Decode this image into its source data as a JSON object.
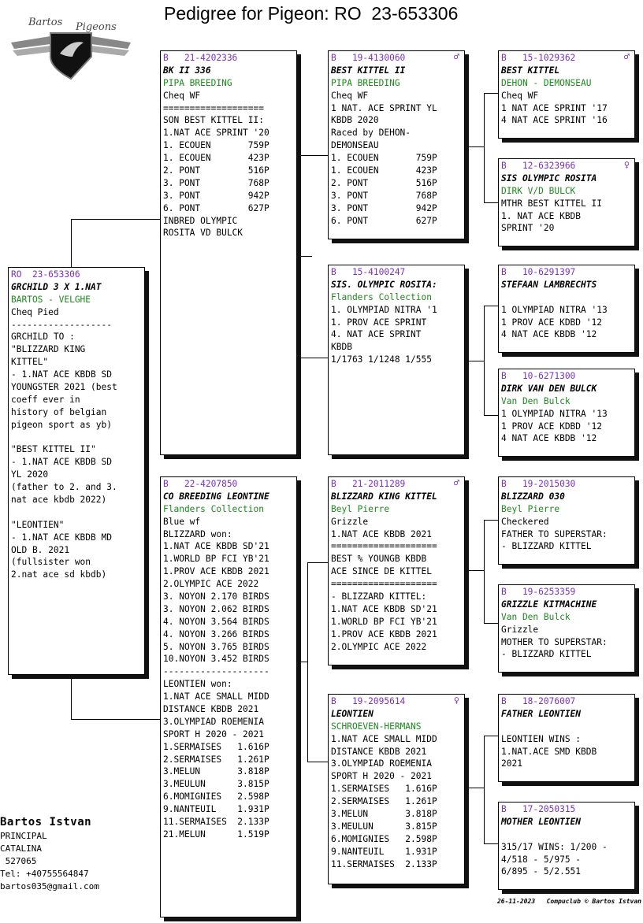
{
  "title": "Pedigree for Pigeon: RO  23-653306",
  "logo": {
    "text_top": "Bartos",
    "text_bottom": "Pigeons"
  },
  "owner": {
    "name": "Bartos Istvan",
    "lines": [
      "PRINCIPAL",
      "CATALINA",
      " 527065",
      "Tel: +40755564847",
      "bartos035@gmail.com"
    ]
  },
  "footer": "26-11-2023   Compuclub © Bartos Istvan",
  "boxes": {
    "subject": {
      "ring": "RO  23-653306",
      "sex": "",
      "name": "GRCHILD 3 X 1.NAT",
      "breeder": "BARTOS - VELGHE",
      "lines": [
        "Cheq Pied",
        "-------------------",
        "GRCHILD TO :",
        "\"BLIZZARD KING",
        "KITTEL\"",
        "- 1.NAT ACE KBDB SD",
        "YOUNGSTER 2021 (best",
        "coeff ever in",
        "history of belgian",
        "pigeon sport as yb)",
        "",
        "\"BEST KITTEL II\"",
        "- 1.NAT ACE KBDB SD",
        "YL 2020",
        "(father to 2. and 3.",
        "nat ace kbdb 2022)",
        "",
        "\"LEONTIEN\"",
        "- 1.NAT ACE KBDB MD",
        "OLD B. 2021",
        "(fullsister won",
        "2.nat ace sd kbdb)"
      ]
    },
    "sire": {
      "ring": "B   21-4202336",
      "sex": "",
      "name": "BK II 336",
      "breeder": "PIPA BREEDING",
      "lines": [
        "Cheq WF",
        "===================",
        "SON BEST KITTEL II:",
        "1.NAT ACE SPRINT '20",
        "1. ECOUEN       759P",
        "1. ECOUEN       423P",
        "2. PONT         516P",
        "3. PONT         768P",
        "3. PONT         942P",
        "6. PONT         627P",
        "INBRED OLYMPIC",
        "ROSITA VD BULCK"
      ]
    },
    "dam": {
      "ring": "B   22-4207850",
      "sex": "",
      "name": "CO BREEDING LEONTINE",
      "breeder": "Flanders Collection",
      "lines": [
        "Blue wf",
        "BLIZZARD won:",
        "1.NAT ACE KBDB SD'21",
        "1.WORLD BP FCI YB'21",
        "1.PROV ACE KBDB 2021",
        "2.OLYMPIC ACE 2022",
        "3. NOYON 2.170 BIRDS",
        "3. NOYON 2.062 BIRDS",
        "4. NOYON 3.564 BIRDS",
        "4. NOYON 3.266 BIRDS",
        "5. NOYON 3.765 BIRDS",
        "10.NOYON 3.452 BIRDS",
        "--------------------",
        "LEONTIEN won:",
        "1.NAT ACE SMALL MIDD",
        "DISTANCE KBDB 2021",
        "3.OLYMPIAD ROEMENIA",
        "SPORT H 2020 - 2021",
        "1.SERMAISES   1.616P",
        "2.SERMAISES   1.261P",
        "3.MELUN       3.818P",
        "3.MEULUN      3.815P",
        "6.MOMIGNIES   2.598P",
        "9.NANTEUIL    1.931P",
        "11.SERMAISES  2.133P",
        "21.MELUN      1.519P"
      ]
    },
    "ss": {
      "ring": "B   19-4130060",
      "sex": "♂",
      "name": "BEST KITTEL II",
      "breeder": "PIPA BREEDING",
      "lines": [
        "Cheq WF",
        "1 NAT. ACE SPRINT YL",
        "KBDB 2020",
        "Raced by DEHON-",
        "DEMONSEAU",
        "1. ECOUEN       759P",
        "1. ECOUEN       423P",
        "2. PONT         516P",
        "3. PONT         768P",
        "3. PONT         942P",
        "6. PONT         627P"
      ]
    },
    "sd": {
      "ring": "B   15-4100247",
      "sex": "",
      "name": "SIS. OLYMPIC ROSITA:",
      "breeder": "Flanders Collection",
      "lines": [
        "1. OLYMPIAD NITRA '1",
        "1. PROV ACE SPRINT",
        "4. NAT ACE SPRINT",
        "KBDB",
        "1/1763 1/1248 1/555"
      ]
    },
    "ds": {
      "ring": "B   21-2011289",
      "sex": "♂",
      "name": "BLIZZARD KING KITTEL",
      "breeder": "Beyl Pierre",
      "lines": [
        "Grizzle",
        "1.NAT ACE KBDB 2021",
        "====================",
        "BEST % YOUNGB KBDB",
        "ACE SINCE DE KITTEL",
        "====================",
        "- BLIZZARD KITTEL:",
        "1.NAT ACE KBDB SD'21",
        "1.WORLD BP FCI YB'21",
        "1.PROV ACE KBDB 2021",
        "2.OLYMPIC ACE 2022"
      ]
    },
    "dd": {
      "ring": "B   19-2095614",
      "sex": "♀",
      "name": "LEONTIEN",
      "breeder": "SCHROEVEN-HERMANS",
      "lines": [
        "1.NAT ACE SMALL MIDD",
        "DISTANCE KBDB 2021",
        "3.OLYMPIAD ROEMENIA",
        "SPORT H 2020 - 2021",
        "1.SERMAISES   1.616P",
        "2.SERMAISES   1.261P",
        "3.MELUN       3.818P",
        "3.MEULUN      3.815P",
        "6.MOMIGNIES   2.598P",
        "9.NANTEUIL    1.931P",
        "11.SERMAISES  2.133P"
      ]
    },
    "sss": {
      "ring": "B   15-1029362",
      "sex": "♂",
      "name": "BEST KITTEL",
      "breeder": "DEHON - DEMONSEAU",
      "lines": [
        "Cheq WF",
        "1 NAT ACE SPRINT '17",
        "4 NAT ACE SPRINT '16"
      ]
    },
    "ssd": {
      "ring": "B   12-6323966",
      "sex": "♀",
      "name": "SIS OLYMPIC ROSITA",
      "breeder": "DIRK V/D BULCK",
      "lines": [
        "MTHR BEST KITTEL II",
        "1. NAT ACE KBDB",
        "SPRINT '20"
      ]
    },
    "sds": {
      "ring": "B   10-6291397",
      "sex": "",
      "name": "STEFAAN LAMBRECHTS",
      "breeder": "",
      "lines": [
        "1 OLYMPIAD NITRA '13",
        "1 PROV ACE KDBD '12",
        "4 NAT ACE KBDB '12"
      ]
    },
    "sdd": {
      "ring": "B   10-6271300",
      "sex": "",
      "name": "DIRK VAN DEN BULCK",
      "breeder": "Van Den Bulck",
      "lines": [
        "1 OLYMPIAD NITRA '13",
        "1 PROV ACE KDBD '12",
        "4 NAT ACE KBDB '12"
      ]
    },
    "dss": {
      "ring": "B   19-2015030",
      "sex": "",
      "name": "BLIZZARD 030",
      "breeder": "Beyl Pierre",
      "lines": [
        "Checkered",
        "FATHER TO SUPERSTAR:",
        "- BLIZZARD KITTEL"
      ]
    },
    "dsd": {
      "ring": "B   19-6253359",
      "sex": "",
      "name": "GRIZZLE KITMACHINE",
      "breeder": "Van Den Bulck",
      "lines": [
        "Grizzle",
        "MOTHER TO SUPERSTAR:",
        "- BLIZZARD KITTEL"
      ]
    },
    "dds": {
      "ring": "B   18-2076007",
      "sex": "",
      "name": "FATHER LEONTIEN",
      "breeder": "",
      "lines": [
        "LEONTIEN WINS :",
        "1.NAT.ACE SMD KBDB",
        "2021"
      ]
    },
    "ddd": {
      "ring": "B   17-2050315",
      "sex": "",
      "name": "MOTHER LEONTIEN",
      "breeder": "",
      "lines": [
        "315/17 WINS: 1/200 -",
        "4/518 - 5/975 -",
        "6/895 - 5/2.551"
      ]
    }
  }
}
